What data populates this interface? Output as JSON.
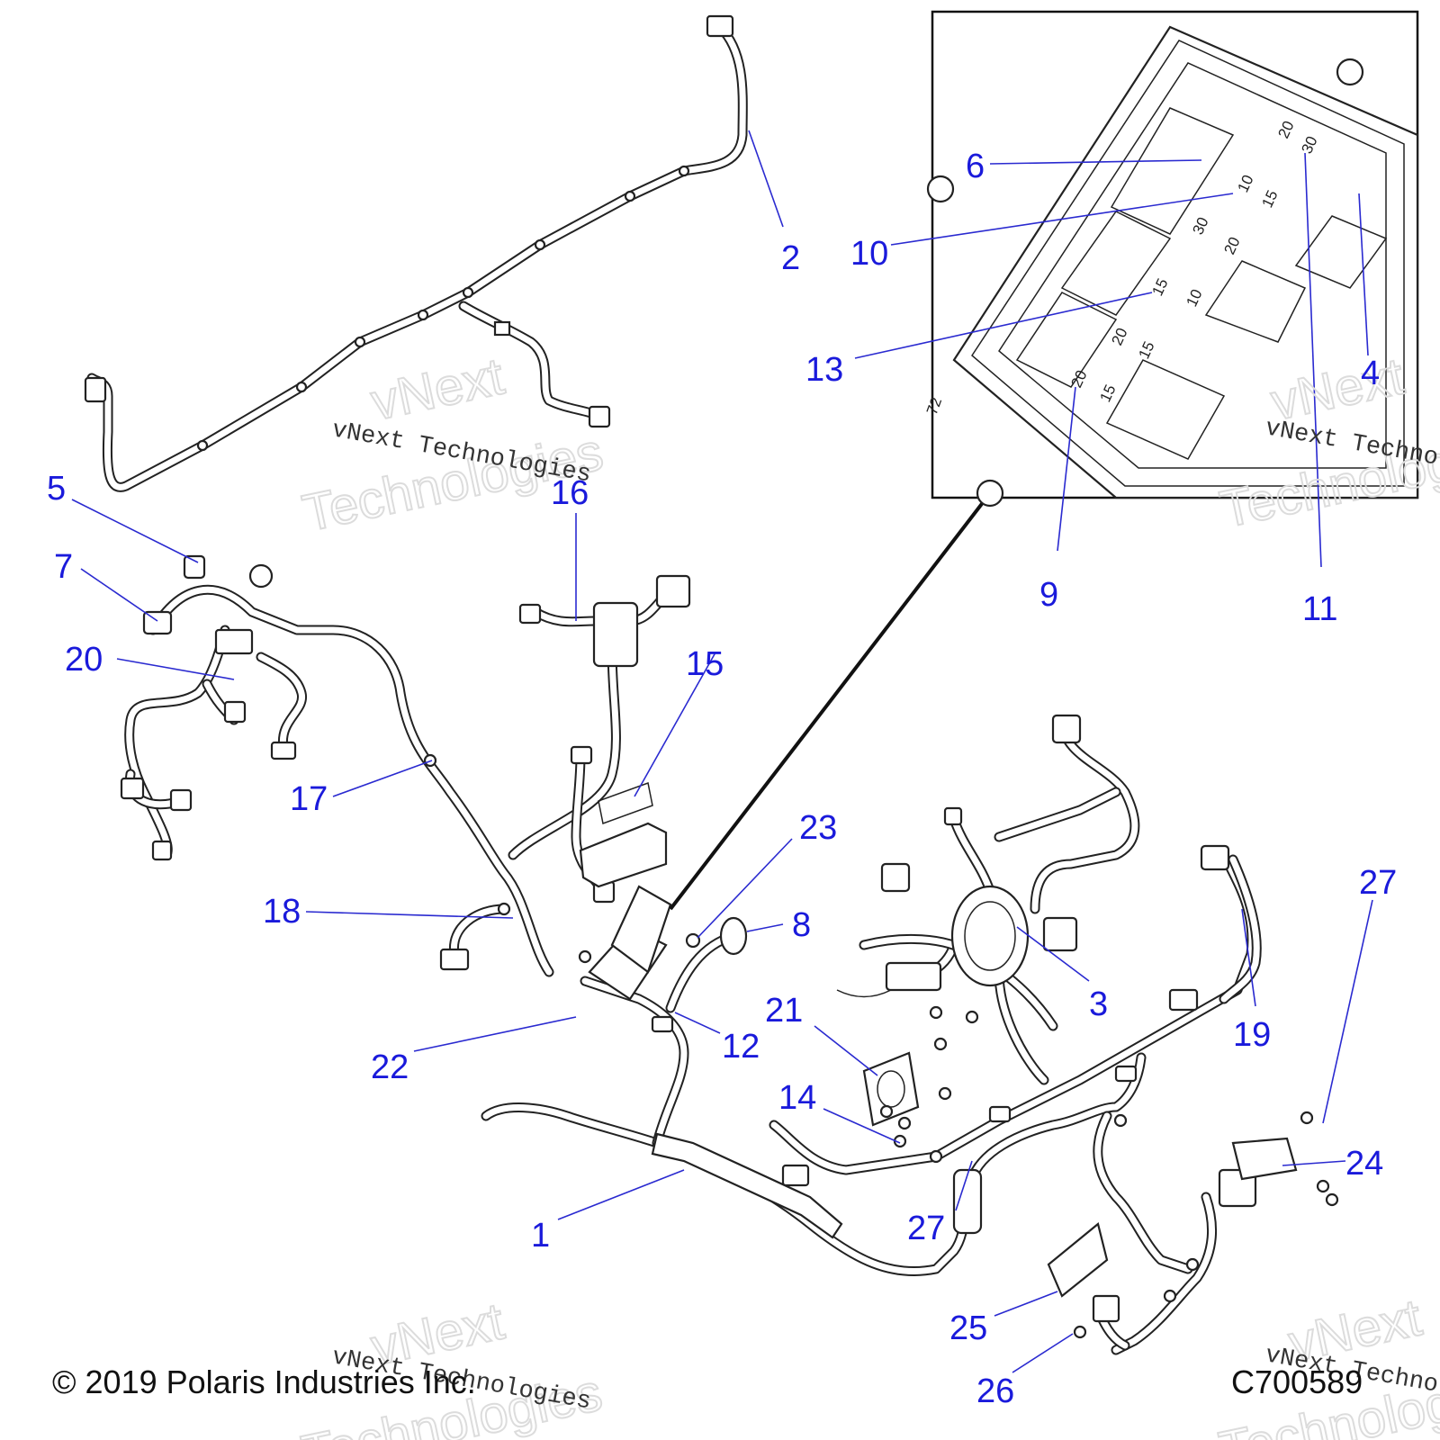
{
  "callouts": [
    {
      "label": "1"
    },
    {
      "label": "2"
    },
    {
      "label": "3"
    },
    {
      "label": "4"
    },
    {
      "label": "5"
    },
    {
      "label": "6"
    },
    {
      "label": "7"
    },
    {
      "label": "8"
    },
    {
      "label": "9"
    },
    {
      "label": "10"
    },
    {
      "label": "11"
    },
    {
      "label": "12"
    },
    {
      "label": "13"
    },
    {
      "label": "14"
    },
    {
      "label": "15"
    },
    {
      "label": "16"
    },
    {
      "label": "17"
    },
    {
      "label": "18"
    },
    {
      "label": "19"
    },
    {
      "label": "20"
    },
    {
      "label": "21"
    },
    {
      "label": "22"
    },
    {
      "label": "23"
    },
    {
      "label": "24"
    },
    {
      "label": "25"
    },
    {
      "label": "26"
    },
    {
      "label": "27"
    },
    {
      "label": "27"
    }
  ],
  "fuse_labels": [
    "20",
    "30",
    "10",
    "15",
    "30",
    "20",
    "15",
    "10",
    "20",
    "15",
    "20",
    "15"
  ],
  "inset_mark": "72",
  "watermark": {
    "small": "vNext Technologies",
    "big_line1": "vNext",
    "big_line2": "Technologies"
  },
  "footer": {
    "copyright": "© 2019 Polaris Industries Inc.",
    "part_code": "C700589"
  },
  "colors": {
    "callout_text": "#1a1adb",
    "leader_line": "#2a2ad0",
    "line_art": "#222222"
  }
}
